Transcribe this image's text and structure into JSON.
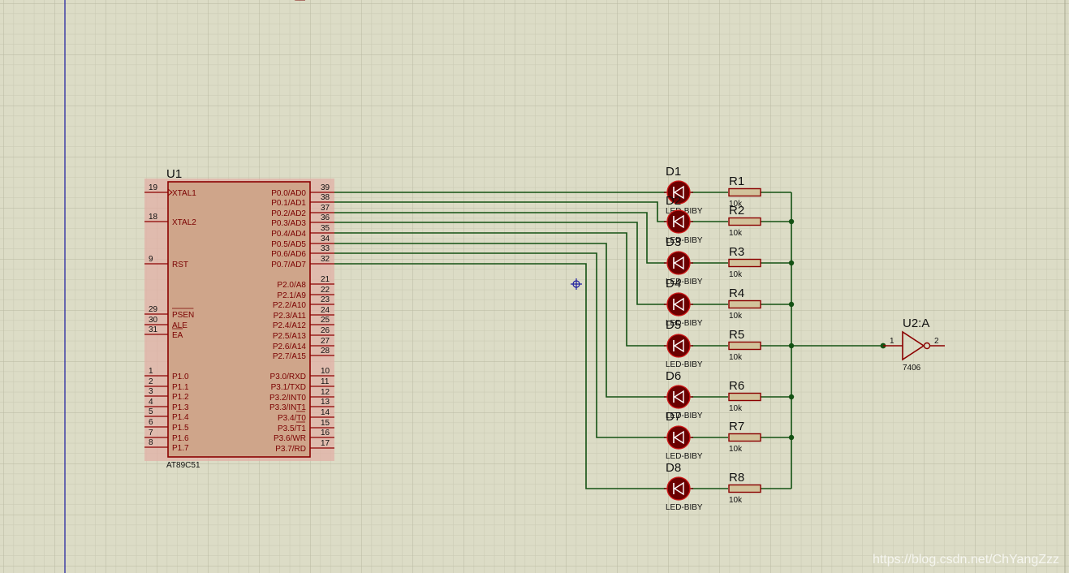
{
  "u1": {
    "ref": "U1",
    "part": "AT89C51",
    "left_pins": [
      {
        "num": "19",
        "name": "XTAL1"
      },
      {
        "num": "18",
        "name": "XTAL2"
      },
      {
        "num": "9",
        "name": "RST"
      },
      {
        "num": "29",
        "name": "PSEN"
      },
      {
        "num": "30",
        "name": "ALE"
      },
      {
        "num": "31",
        "name": "EA"
      },
      {
        "num": "1",
        "name": "P1.0"
      },
      {
        "num": "2",
        "name": "P1.1"
      },
      {
        "num": "3",
        "name": "P1.2"
      },
      {
        "num": "4",
        "name": "P1.3"
      },
      {
        "num": "5",
        "name": "P1.4"
      },
      {
        "num": "6",
        "name": "P1.5"
      },
      {
        "num": "7",
        "name": "P1.6"
      },
      {
        "num": "8",
        "name": "P1.7"
      }
    ],
    "right_pins": [
      {
        "num": "39",
        "name": "P0.0/AD0"
      },
      {
        "num": "38",
        "name": "P0.1/AD1"
      },
      {
        "num": "37",
        "name": "P0.2/AD2"
      },
      {
        "num": "36",
        "name": "P0.3/AD3"
      },
      {
        "num": "35",
        "name": "P0.4/AD4"
      },
      {
        "num": "34",
        "name": "P0.5/AD5"
      },
      {
        "num": "33",
        "name": "P0.6/AD6"
      },
      {
        "num": "32",
        "name": "P0.7/AD7"
      },
      {
        "num": "21",
        "name": "P2.0/A8"
      },
      {
        "num": "22",
        "name": "P2.1/A9"
      },
      {
        "num": "23",
        "name": "P2.2/A10"
      },
      {
        "num": "24",
        "name": "P2.3/A11"
      },
      {
        "num": "25",
        "name": "P2.4/A12"
      },
      {
        "num": "26",
        "name": "P2.5/A13"
      },
      {
        "num": "27",
        "name": "P2.6/A14"
      },
      {
        "num": "28",
        "name": "P2.7/A15"
      },
      {
        "num": "10",
        "name": "P3.0/RXD"
      },
      {
        "num": "11",
        "name": "P3.1/TXD"
      },
      {
        "num": "12",
        "name": "P3.2/INT0"
      },
      {
        "num": "13",
        "name": "P3.3/INT1"
      },
      {
        "num": "14",
        "name": "P3.4/T0"
      },
      {
        "num": "15",
        "name": "P3.5/T1"
      },
      {
        "num": "16",
        "name": "P3.6/WR"
      },
      {
        "num": "17",
        "name": "P3.7/RD"
      }
    ]
  },
  "leds": [
    {
      "ref": "D1",
      "part": "LED-BIBY"
    },
    {
      "ref": "D2",
      "part": "LED-BIBY"
    },
    {
      "ref": "D3",
      "part": "LED-BIBY"
    },
    {
      "ref": "D4",
      "part": "LED-BIBY"
    },
    {
      "ref": "D5",
      "part": "LED-BIBY"
    },
    {
      "ref": "D6",
      "part": "LED-BIBY"
    },
    {
      "ref": "D7",
      "part": "LED-BIBY"
    },
    {
      "ref": "D8",
      "part": "LED-BIBY"
    }
  ],
  "resistors": [
    {
      "ref": "R1",
      "value": "10k"
    },
    {
      "ref": "R2",
      "value": "10k"
    },
    {
      "ref": "R3",
      "value": "10k"
    },
    {
      "ref": "R4",
      "value": "10k"
    },
    {
      "ref": "R5",
      "value": "10k"
    },
    {
      "ref": "R6",
      "value": "10k"
    },
    {
      "ref": "R7",
      "value": "10k"
    },
    {
      "ref": "R8",
      "value": "10k"
    }
  ],
  "u2": {
    "ref": "U2:A",
    "part": "7406",
    "pin_in": "1",
    "pin_out": "2"
  },
  "watermark": "https://blog.csdn.net/ChYangZzz",
  "colors": {
    "background": "#dcdcc6",
    "grid_minor": "#c9c9b2",
    "grid_major": "#b8b8a0",
    "wire": "#145214",
    "chip_fill": "#cfa58a",
    "chip_border": "#8b0000",
    "chip_halo": "#e2b0a6",
    "led_fill": "#6b0000",
    "resistor_fill": "#d2c39c",
    "margin_line": "#1a1aa0"
  }
}
